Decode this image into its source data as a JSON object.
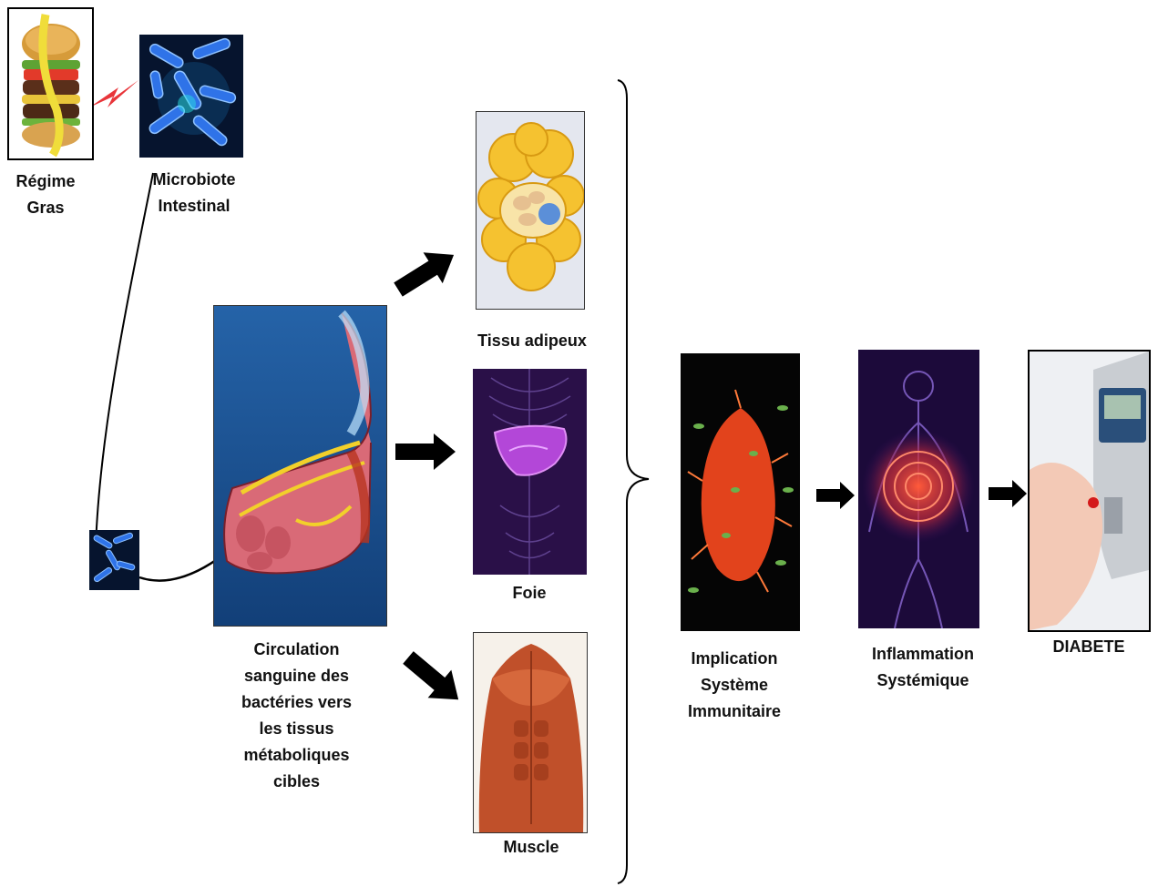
{
  "labels": {
    "diet": [
      "Régime",
      "Gras"
    ],
    "microbiota": [
      "Microbiote",
      "Intestinal"
    ],
    "circulation": [
      "Circulation",
      "sanguine des",
      "bactéries vers",
      "les tissus",
      "métaboliques",
      "cibles"
    ],
    "adipose": "Tissu adipeux",
    "liver": "Foie",
    "muscle": "Muscle",
    "immune": [
      "Implication",
      "Système",
      "Immunitaire"
    ],
    "inflammation": [
      "Inflammation",
      "Systémique"
    ],
    "diabetes": "DIABETE"
  },
  "icons": {
    "diet": "burger-with-tape-measure-icon",
    "microbiota": "bacteria-icon",
    "intestine": "intestine-section-icon",
    "adipose": "fat-cell-icon",
    "liver": "liver-icon",
    "muscle": "muscle-torso-icon",
    "immune": "immune-cell-icon",
    "inflammation": "inflamed-body-icon",
    "diabetes": "glucose-meter-icon"
  },
  "colors": {
    "arrow": "#000000",
    "bacteria_bg": "#071a3a",
    "bacteria": "#2f73e8",
    "fat": "#f5c230",
    "liver_bg": "#2a1048",
    "liver": "#b347d8",
    "muscle": "#c0502a",
    "immune_cell": "#e2431c",
    "inflammation": "#e0353a"
  }
}
